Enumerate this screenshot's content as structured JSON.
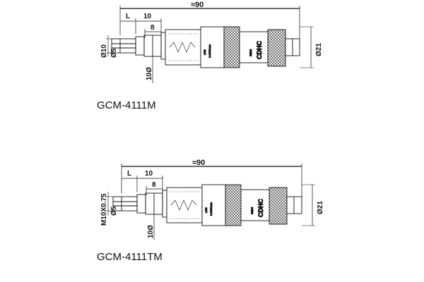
{
  "diagrams": [
    {
      "model": "GCM-4111M",
      "dims": {
        "overall": "≈90",
        "L": "L",
        "ten": "10",
        "eight": "8",
        "phi_a": "Ø10",
        "phi_b": "Ø5",
        "phi_bottom": "10Ø",
        "phi_right": "Ø21"
      },
      "micro_text": [
        "1/50",
        "0.0000mm"
      ],
      "brand": "CDHC",
      "brand_small": "SEIKI"
    },
    {
      "model": "GCM-4111TM",
      "dims": {
        "overall": "≈90",
        "L": "L",
        "ten": "10",
        "eight": "8",
        "phi_a": "M10X0.75",
        "phi_b": "Ø5",
        "phi_bottom": "10Ø",
        "phi_right": "Ø21"
      },
      "micro_text": [
        "1/50",
        "0.0000mm"
      ],
      "brand": "CDHC",
      "brand_small": "SEIKI"
    }
  ]
}
